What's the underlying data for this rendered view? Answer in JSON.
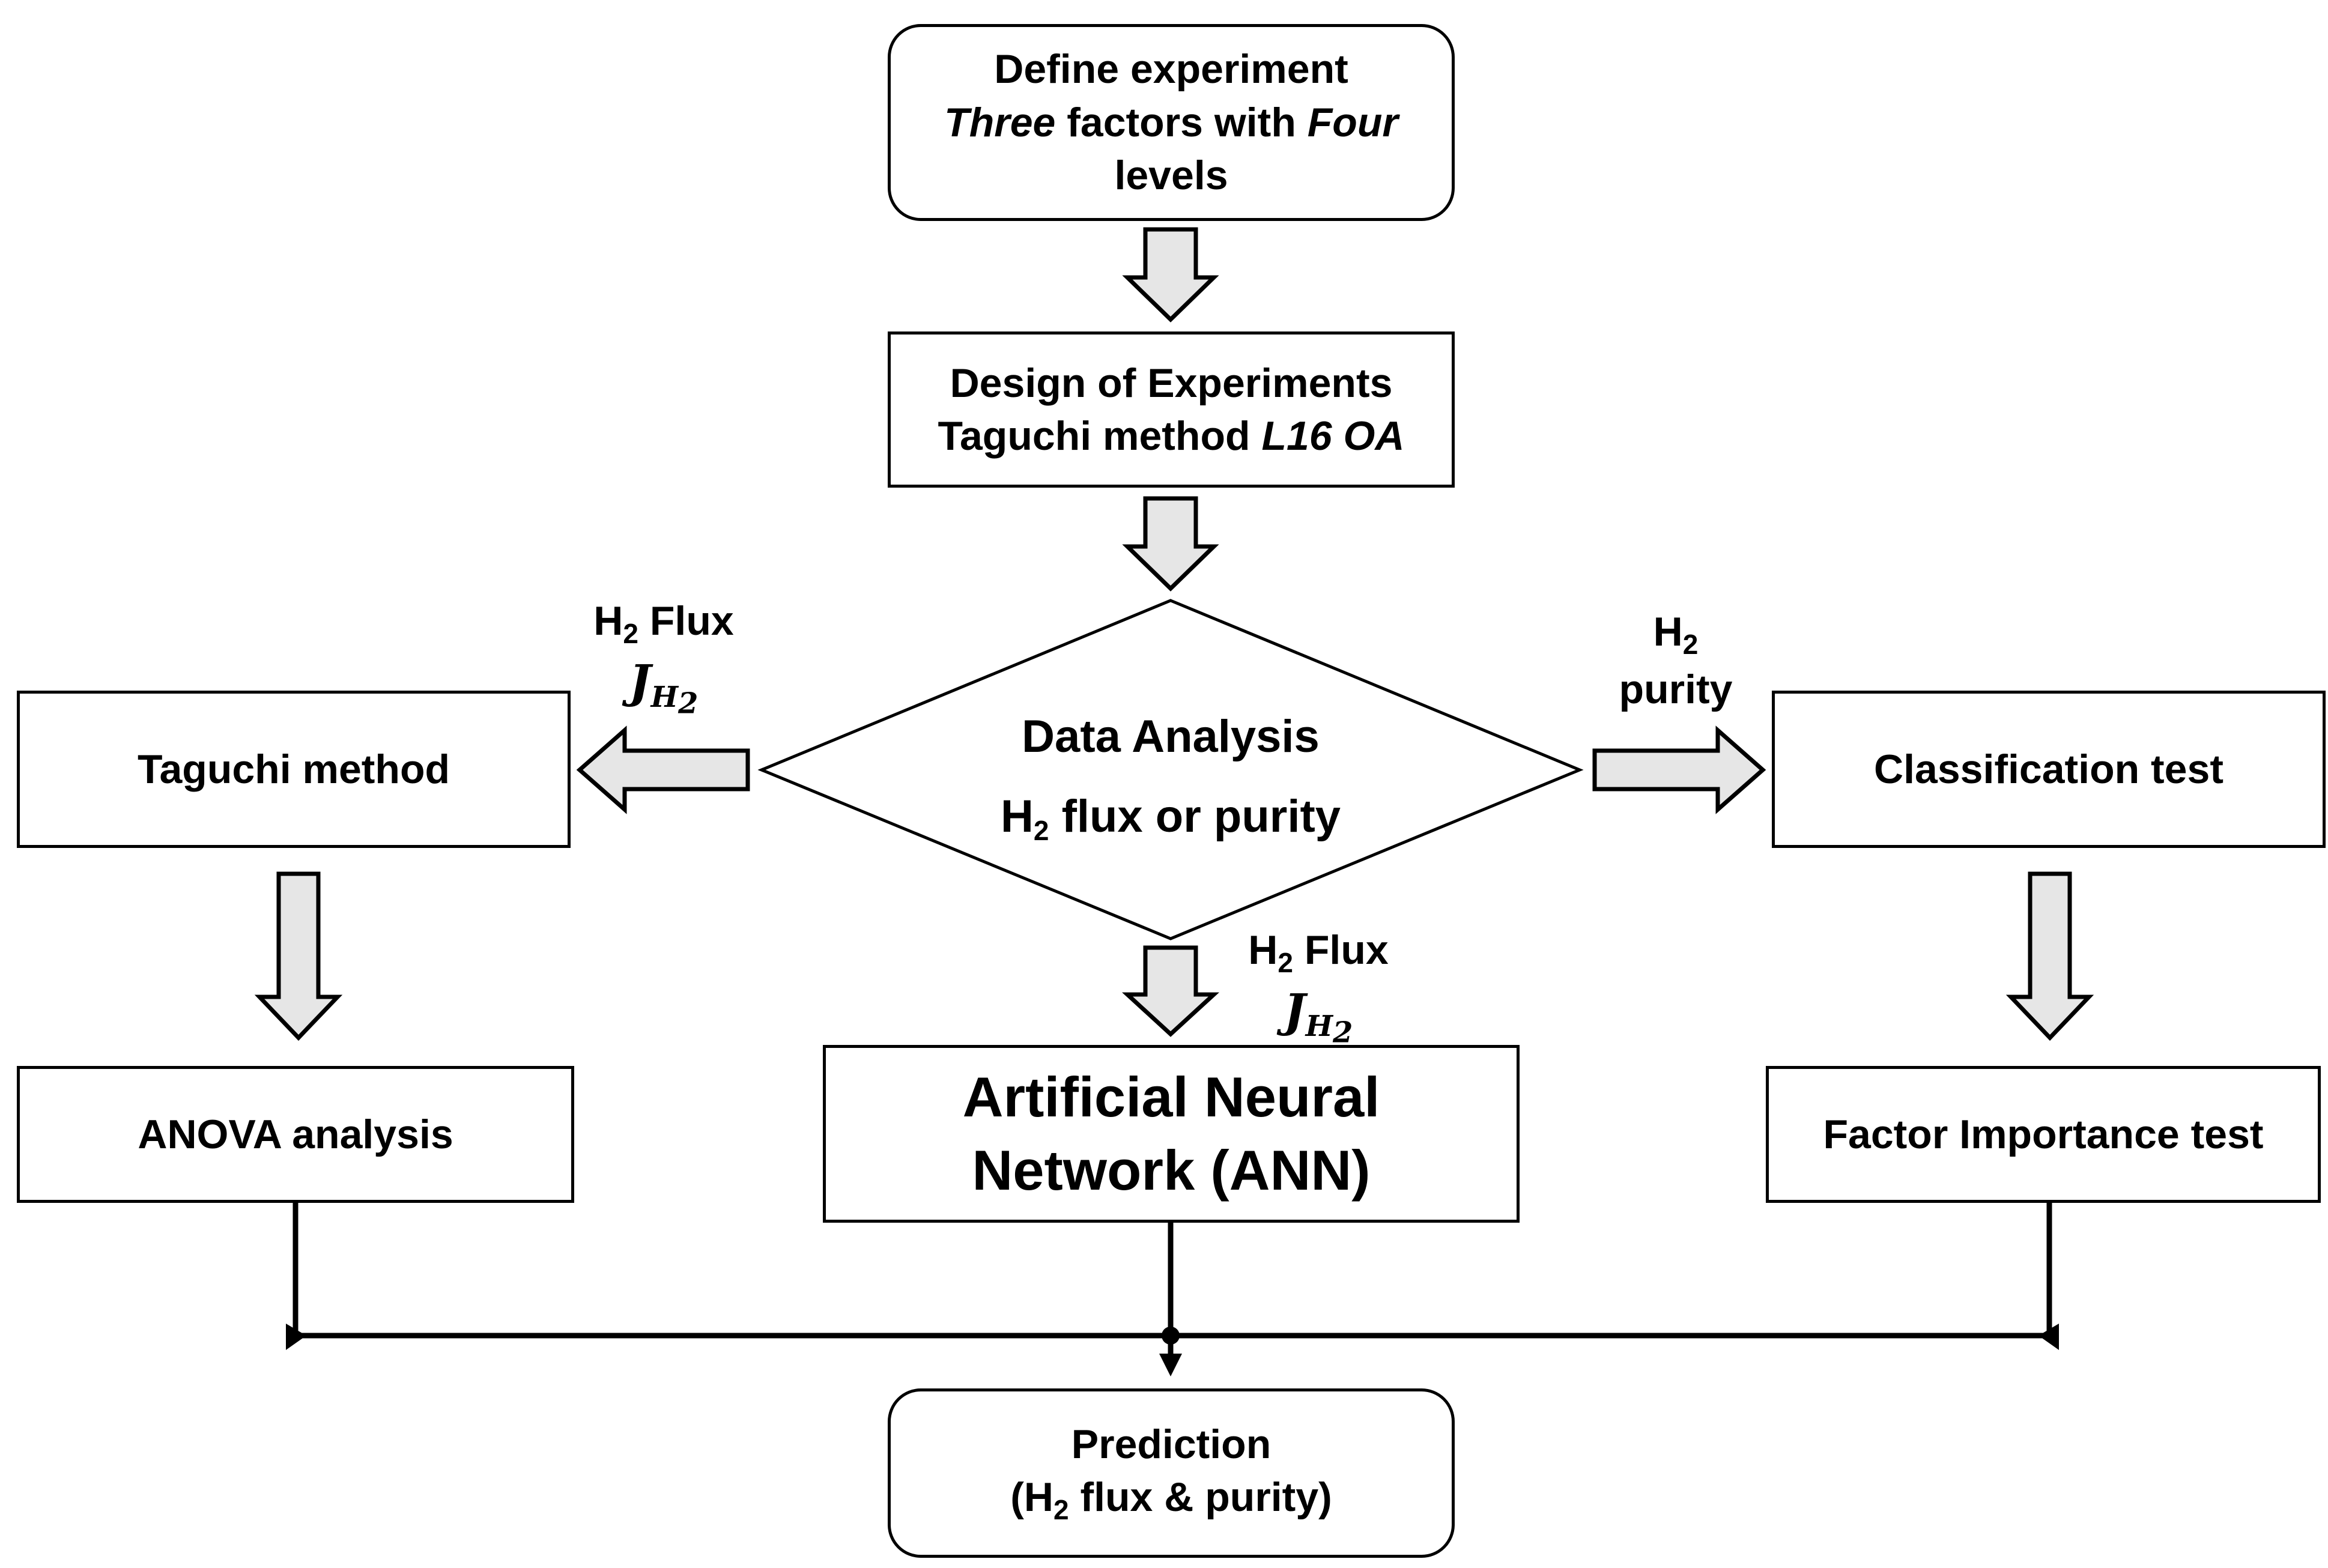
{
  "nodes": {
    "define": {
      "line1": "Define experiment",
      "line2_em1": "Three",
      "line2_mid": " factors with ",
      "line2_em2": "Four",
      "line3": "levels"
    },
    "doe": {
      "line1": "Design of Experiments",
      "line2_pre": "Taguchi method ",
      "line2_em": "L16 OA"
    },
    "analysis": {
      "line1": "Data Analysis",
      "line2_pre": "H",
      "line2_sub": "2",
      "line2_post": " flux or purity"
    },
    "taguchi": {
      "label": "Taguchi method"
    },
    "classification": {
      "label": "Classification test"
    },
    "anova": {
      "label": "ANOVA analysis"
    },
    "ann": {
      "line1": "Artificial Neural",
      "line2": "Network (ANN)"
    },
    "factor": {
      "label": "Factor Importance test"
    },
    "prediction": {
      "line1": "Prediction",
      "line2_pre": "(H",
      "line2_sub": "2",
      "line2_post": " flux & purity)"
    }
  },
  "edge_labels": {
    "left": {
      "pre": "H",
      "sub": "2",
      "post": " Flux",
      "sym": "J",
      "sym_sub_pre": "H",
      "sym_sub_sub": "2"
    },
    "right": {
      "pre": "H",
      "sub": "2",
      "line2": "purity"
    },
    "down": {
      "pre": "H",
      "sub": "2",
      "post": " Flux",
      "sym": "J",
      "sym_sub_pre": "H",
      "sym_sub_sub": "2"
    }
  }
}
